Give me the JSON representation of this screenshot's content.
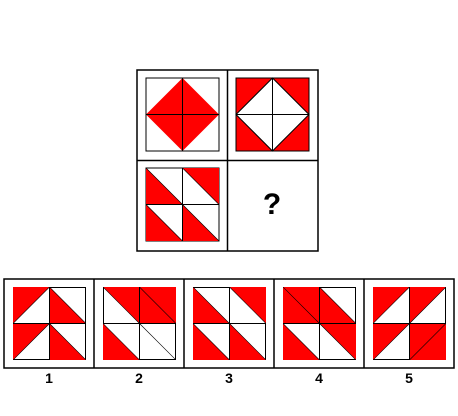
{
  "puzzle": {
    "question_mark": "?",
    "accent_color": "#ff0000",
    "line_color": "#000000"
  },
  "options": [
    {
      "label": "1"
    },
    {
      "label": "2"
    },
    {
      "label": "3"
    },
    {
      "label": "4"
    },
    {
      "label": "5"
    }
  ]
}
